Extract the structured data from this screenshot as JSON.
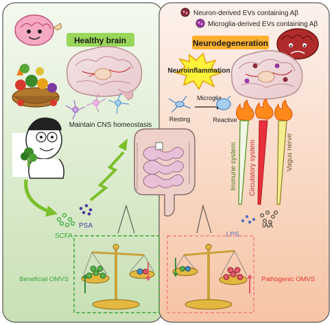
{
  "legend": {
    "neuron_evs": "Neuron-derived EVs containing Aβ",
    "microglia_evs": "Microglia-derived EVs containing Aβ"
  },
  "healthy": {
    "title": "Healthy brain",
    "homeostasis": "Maintain CNS homeostasis",
    "scfa": "SCFA",
    "psa": "PSA",
    "beneficial": "Beneficial OMVS"
  },
  "disease": {
    "title": "Neurodegeneration",
    "neuroinflammation": "Neuroinflammation",
    "microglia": "Microglia",
    "resting": "Resting",
    "reactive": "Reactive",
    "immune": "Immune system",
    "circulatory": "Circulatory system",
    "vagus": "Vagus nerve",
    "lps": "LPS",
    "iaa": "IAA",
    "pathogenic": "Pathogenic OMVS"
  },
  "colors": {
    "healthy_bg_top": "#eef6e7",
    "healthy_bg_bottom": "#cfe4bd",
    "disease_bg_top": "#fbece6",
    "disease_bg_bottom": "#f7c9ad",
    "label_green_box": "#9ad65a",
    "label_orange_box": "#ffb02e",
    "green_text": "#3aa53a",
    "red_text": "#e0312b",
    "immune_green": "#6a9d3a",
    "circulatory_red": "#c8292d",
    "vagus_brown": "#6b5a2a",
    "lps_blue": "#5670b8",
    "psa_purple": "#4b3aa0"
  }
}
